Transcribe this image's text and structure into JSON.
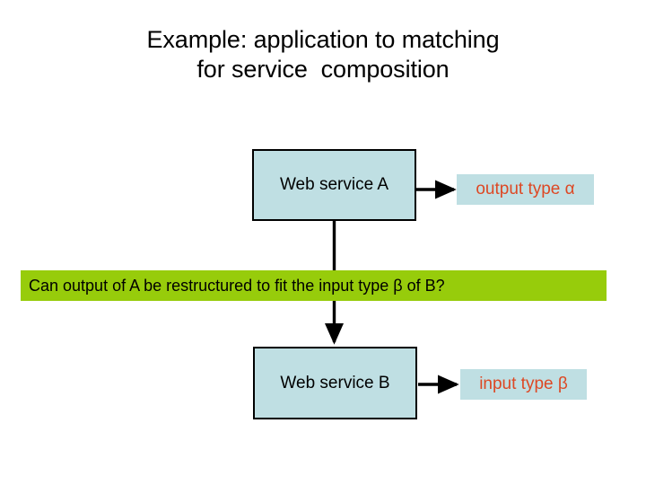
{
  "slide": {
    "title": "Example: application to matching\nfor service  composition"
  },
  "diagram": {
    "service_a": {
      "label": "Web service A",
      "fill_color": "#bfdfe3",
      "border_color": "#000000"
    },
    "service_b": {
      "label": "Web service B",
      "fill_color": "#bfdfe3",
      "border_color": "#000000"
    },
    "output_type": {
      "label": "output type α",
      "text_color": "#dd4824",
      "fill_color": "#bfdfe3"
    },
    "input_type": {
      "label": "input type β",
      "text_color": "#dd4824",
      "fill_color": "#bfdfe3"
    },
    "question_banner": {
      "text": "Can output of A be restructured to fit the input type β of B?",
      "fill_color": "#97cc0b",
      "text_color": "#000000"
    },
    "connectors": [
      {
        "name": "service-a-to-output-type",
        "kind": "arrow",
        "direction": "right"
      },
      {
        "name": "service-a-to-question-banner",
        "kind": "line",
        "direction": "down"
      },
      {
        "name": "question-banner-to-service-b",
        "kind": "arrow",
        "direction": "down"
      },
      {
        "name": "service-b-to-input-type",
        "kind": "arrow",
        "direction": "right"
      }
    ]
  }
}
